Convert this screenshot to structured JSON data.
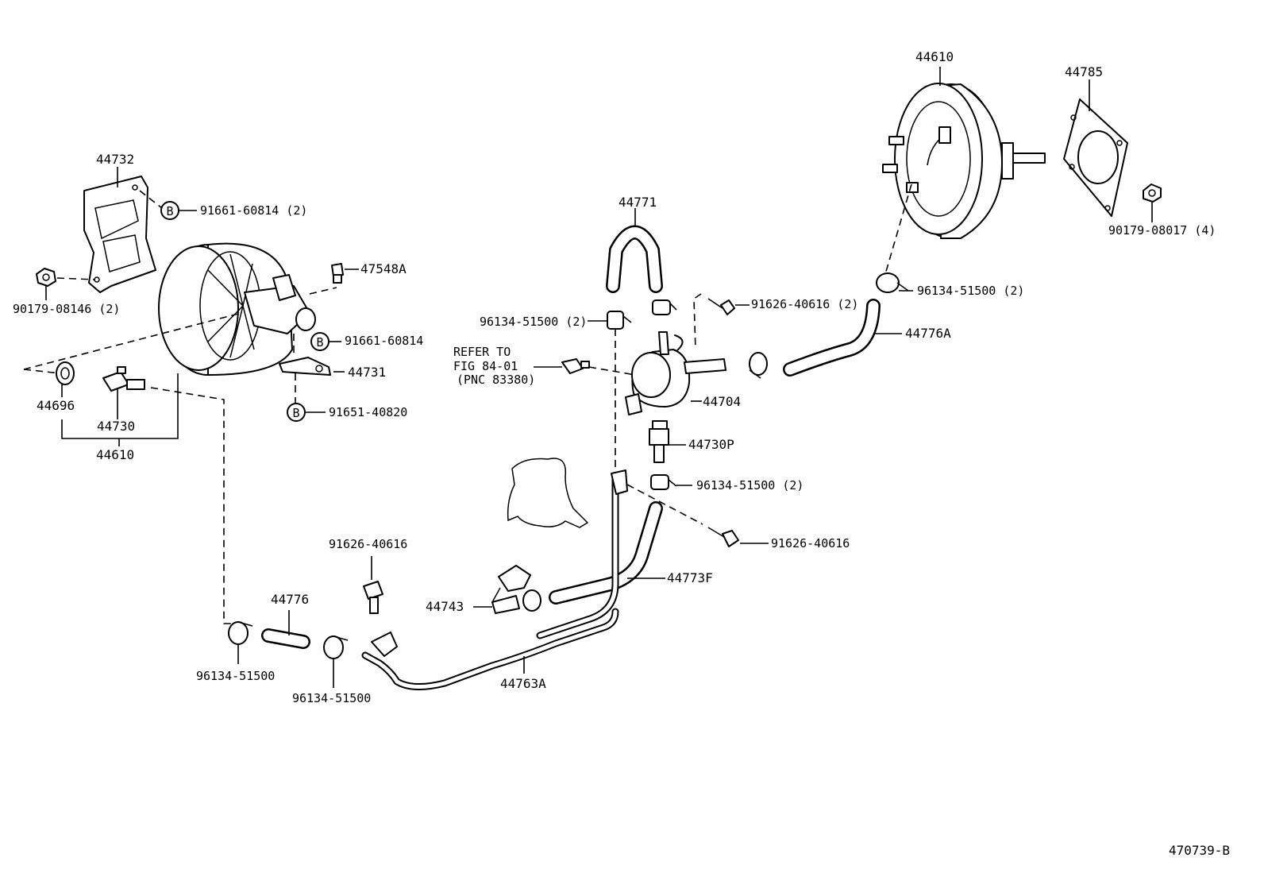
{
  "labels": {
    "booster_top": "44610",
    "gasket_plate": "44785",
    "nut_4": "90179-08017 (4)",
    "clamp_top_right": "96134-51500 (2)",
    "hose_44776A": "44776A",
    "bolt_top_center": "91626-40616 (2)",
    "hose_44771": "44771",
    "clamp_center_left": "96134-51500 (2)",
    "refer_line1": "REFER TO",
    "refer_line2": "FIG 84-01",
    "refer_line3": "(PNC 83380)",
    "tank_44704": "44704",
    "union_44730P": "44730P",
    "clamp_center_right": "96134-51500 (2)",
    "bolt_center_right": "91626-40616",
    "pipe_44773F": "44773F",
    "valve_44743": "44743",
    "pipe_44763A": "44763A",
    "bolt_bottom_center": "91626-40616",
    "hose_44776": "44776",
    "clamp_bottom_1": "96134-51500",
    "clamp_bottom_2": "96134-51500",
    "bracket_44732": "44732",
    "bolt_b_top": "91661-60814 (2)",
    "clip_47548A": "47548A",
    "nut_left": "90179-08146 (2)",
    "bolt_b_mid": "91661-60814",
    "clevis_44731": "44731",
    "bolt_b_low": "91651-40820",
    "grommet_44696": "44696",
    "check_valve_44730": "44730",
    "assy_44610": "44610",
    "badge_b": "B",
    "figure_code": "470739-B"
  }
}
